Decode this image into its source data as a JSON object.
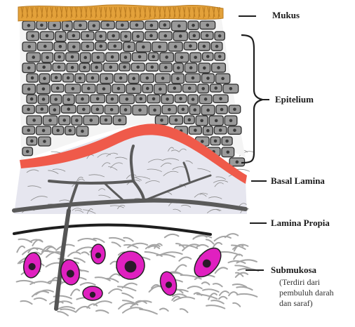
{
  "labels": {
    "mukus": "Mukus",
    "epitelium": "Epitelium",
    "basal_lamina": "Basal Lamina",
    "lamina_propia": "Lamina Propia",
    "submukosa": "Submukosa",
    "submukosa_note_1": "(Terdiri dari",
    "submukosa_note_2": "pembuluh darah",
    "submukosa_note_3": "dan saraf)"
  },
  "colors": {
    "mucus": "#e3a13a",
    "cell_fill": "#9a9a9a",
    "cell_stroke": "#2e2e2e",
    "nucleus": "#3a3a3a",
    "basal_lamina": "#ef5a4a",
    "propia_fill": "#e4e4ee",
    "fiber": "#6a6a6a",
    "submucosa_cell": "#e020c0",
    "submucosa_nucleus": "#2a1a2a",
    "vessel": "#555555"
  }
}
